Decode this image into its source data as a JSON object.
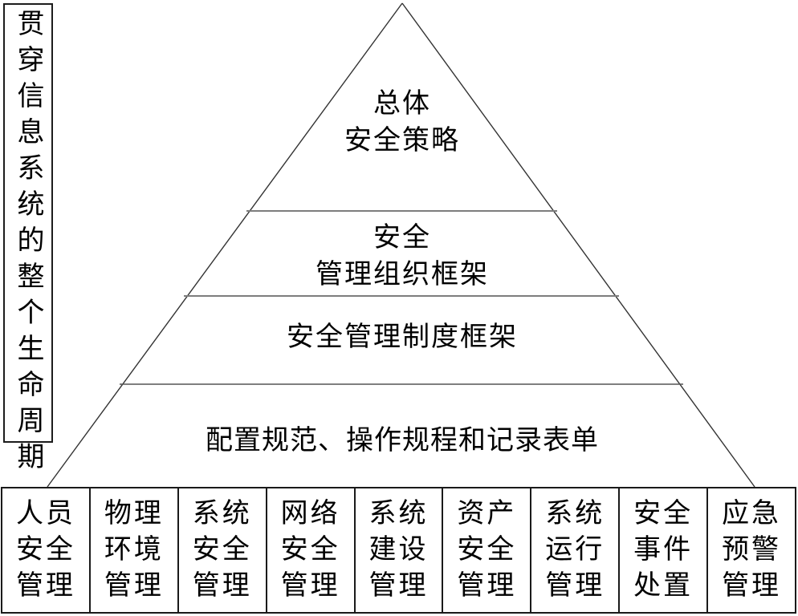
{
  "side_note": {
    "text": "贯穿信息系统的整个生命周期"
  },
  "pyramid": {
    "levels": [
      {
        "label": "总体\n安全策略"
      },
      {
        "label": "安全\n管理组织框架"
      },
      {
        "label": "安全管理制度框架"
      },
      {
        "label": "配置规范、操作规程和记录表单"
      }
    ]
  },
  "bottom_row": {
    "items": [
      {
        "label": "人员\n安全\n管理"
      },
      {
        "label": "物理\n环境\n管理"
      },
      {
        "label": "系统\n安全\n管理"
      },
      {
        "label": "网络\n安全\n管理"
      },
      {
        "label": "系统\n建设\n管理"
      },
      {
        "label": "资产\n安全\n管理"
      },
      {
        "label": "系统\n运行\n管理"
      },
      {
        "label": "安全\n事件\n处置"
      },
      {
        "label": "应急\n预警\n管理"
      }
    ]
  },
  "colors": {
    "background": "#ffffff",
    "edge_line": "#333333",
    "divider_line": "#777777",
    "box_border": "#1a1a1a",
    "text": "#000000"
  }
}
